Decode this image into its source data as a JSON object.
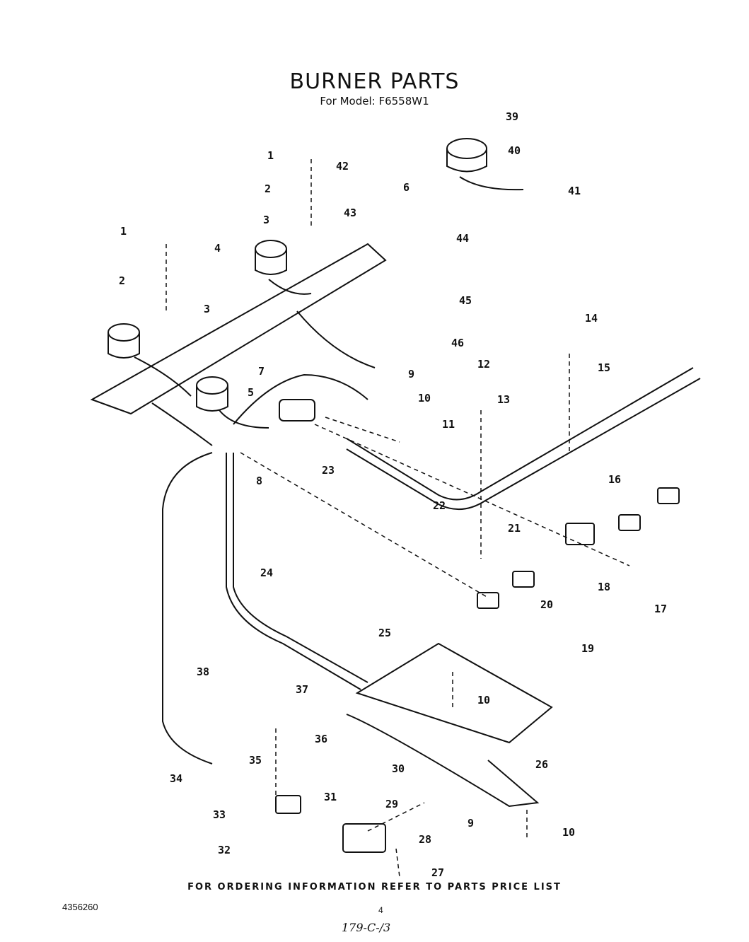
{
  "header": {
    "title": "BURNER PARTS",
    "subtitle": "For Model: F6558W1"
  },
  "footer": {
    "ordering_note": "FOR ORDERING INFORMATION REFER TO PARTS PRICE LIST",
    "document_number": "4356260",
    "page_number": "4",
    "handwritten_note": "179-C-/3"
  },
  "part_labels": [
    "1",
    "2",
    "3",
    "4",
    "5",
    "7",
    "8",
    "9",
    "10",
    "11",
    "12",
    "13",
    "14",
    "15",
    "16",
    "17",
    "18",
    "19",
    "20",
    "21",
    "22",
    "23",
    "24",
    "25",
    "26",
    "27",
    "28",
    "29",
    "30",
    "31",
    "32",
    "33",
    "34",
    "35",
    "36",
    "37",
    "38",
    "39",
    "40",
    "41",
    "42",
    "43",
    "44",
    "45",
    "46",
    "6",
    "1",
    "2",
    "3",
    "10",
    "10",
    "9"
  ]
}
